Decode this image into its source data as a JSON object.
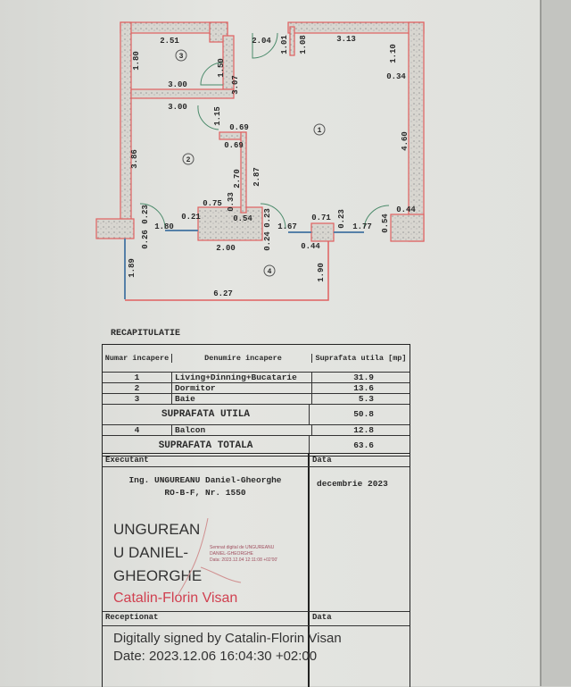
{
  "plan": {
    "room_numbers": [
      "1",
      "2",
      "3",
      "4"
    ],
    "dims": [
      "2.51",
      "1.80",
      "1.50",
      "3.00",
      "3.07",
      "3.00",
      "1.15",
      "0.69",
      "0.69",
      "3.86",
      "2.70",
      "2.87",
      "2.04",
      "1.01",
      "1.08",
      "3.13",
      "1.10",
      "0.34",
      "4.60",
      "0.75",
      "0.33",
      "0.21",
      "0.54",
      "1.80",
      "0.23",
      "0.26",
      "0.23",
      "0.24",
      "1.67",
      "0.71",
      "0.23",
      "1.77",
      "0.54",
      "0.44",
      "0.44",
      "2.00",
      "1.89",
      "1.90",
      "6.27"
    ]
  },
  "recap": {
    "title": "RECAPITULATIE",
    "headers": [
      "Numar incapere",
      "Denumire incapere",
      "Suprafata utila [mp]"
    ],
    "rows": [
      {
        "num": "1",
        "name": "Living+Dinning+Bucatarie",
        "area": "31.9"
      },
      {
        "num": "2",
        "name": "Dormitor",
        "area": "13.6"
      },
      {
        "num": "3",
        "name": "Baie",
        "area": "5.3"
      }
    ],
    "util_label": "SUPRAFATA UTILA",
    "util_value": "50.8",
    "balcon": {
      "num": "4",
      "name": "Balcon",
      "area": "12.8"
    },
    "total_label": "SUPRAFATA TOTALA",
    "total_value": "63.6"
  },
  "executant": {
    "label": "Executant",
    "date_label": "Data",
    "engineer": "Ing. UNGUREANU Daniel-Gheorghe",
    "reg": "RO-B-F, Nr. 1550",
    "date": "decembrie 2023",
    "sig_name": [
      "UNGUREAN",
      "U DANIEL-",
      "GHEORGHE"
    ],
    "sig_small": [
      "Semnat digital de UNGUREANU",
      "DANIEL-GHEORGHE",
      "Data: 2023.12.04 12:11:08 +02'00'"
    ]
  },
  "receptionat": {
    "label": "Receptionat",
    "date_label": "Data",
    "signer": "Catalin-Florin Visan",
    "signed_by": "Digitally signed by Catalin-Florin Visan",
    "sign_date": "Date: 2023.12.06 16:04:30 +02:00"
  }
}
